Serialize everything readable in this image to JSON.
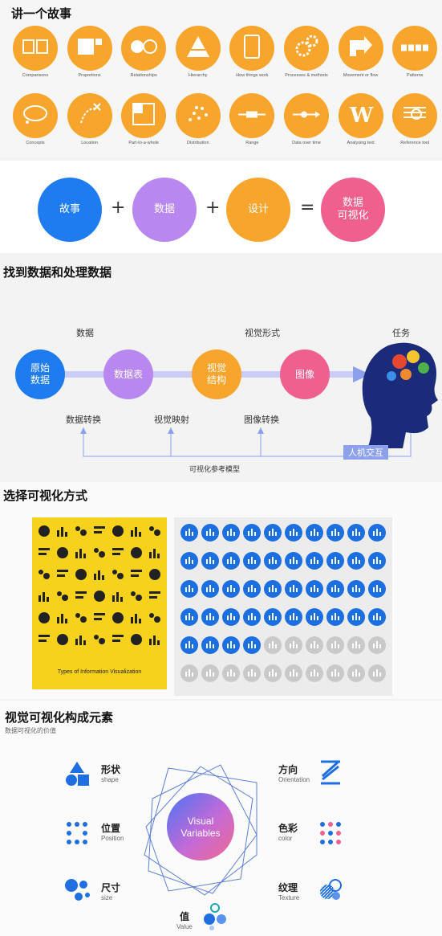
{
  "section1": {
    "title": "讲一个故事",
    "icons": [
      {
        "label": "Comparisons",
        "icon": "comparison-icon"
      },
      {
        "label": "Proportions",
        "icon": "proportion-icon"
      },
      {
        "label": "Relationships",
        "icon": "relationship-icon"
      },
      {
        "label": "Hierarchy",
        "icon": "hierarchy-icon"
      },
      {
        "label": "How things work",
        "icon": "device-icon"
      },
      {
        "label": "Processes & methods",
        "icon": "gears-icon"
      },
      {
        "label": "Movement or flow",
        "icon": "flow-arrow-icon"
      },
      {
        "label": "Patterns",
        "icon": "pattern-icon"
      },
      {
        "label": "Concepts",
        "icon": "cloud-icon"
      },
      {
        "label": "Location",
        "icon": "location-icon"
      },
      {
        "label": "Part-to-a-whole",
        "icon": "part-whole-icon"
      },
      {
        "label": "Distribution",
        "icon": "distribution-icon"
      },
      {
        "label": "Range",
        "icon": "range-icon"
      },
      {
        "label": "Data over time",
        "icon": "timeline-icon"
      },
      {
        "label": "Analysing text",
        "icon": "text-analysis-icon"
      },
      {
        "label": "Reference tool",
        "icon": "reference-icon"
      }
    ]
  },
  "section2": {
    "story": "故事",
    "data": "数据",
    "design": "设计",
    "plus1": "+",
    "plus2": "+",
    "equals": "=",
    "result_line1": "数据",
    "result_line2": "可视化",
    "colors": {
      "story": "#1f7cf0",
      "data": "#b887f0",
      "design": "#f7a52c",
      "result": "#f0608f"
    }
  },
  "section3": {
    "title": "找到数据和处理数据",
    "label_data": "数据",
    "label_visual_form": "视觉形式",
    "label_task": "任务",
    "node1_l1": "原始",
    "node1_l2": "数据",
    "node2": "数据表",
    "node3_l1": "视觉",
    "node3_l2": "结构",
    "node4": "图像",
    "trans1": "数据转换",
    "trans2": "视觉映射",
    "trans3": "图像转换",
    "hci": "人机交互",
    "caption": "可视化参考模型",
    "colors": {
      "node1": "#1f7cf0",
      "node2": "#b887f0",
      "node3": "#f7a52c",
      "node4": "#f0608f",
      "line": "#c9cdf7"
    }
  },
  "section4": {
    "title": "选择可视化方式",
    "yellow_caption": "Types of Information Visualization"
  },
  "section5": {
    "title": "视觉可视化构成元素",
    "subtitle": "数据可视化的价值",
    "center_l1": "Visual",
    "center_l2": "Variables",
    "items": [
      {
        "cn": "形状",
        "en": "shape"
      },
      {
        "cn": "位置",
        "en": "Position"
      },
      {
        "cn": "尺寸",
        "en": "size"
      },
      {
        "cn": "值",
        "en": "Value"
      },
      {
        "cn": "方向",
        "en": "Orientation"
      },
      {
        "cn": "色彩",
        "en": "color"
      },
      {
        "cn": "纹理",
        "en": "Texture"
      }
    ]
  }
}
